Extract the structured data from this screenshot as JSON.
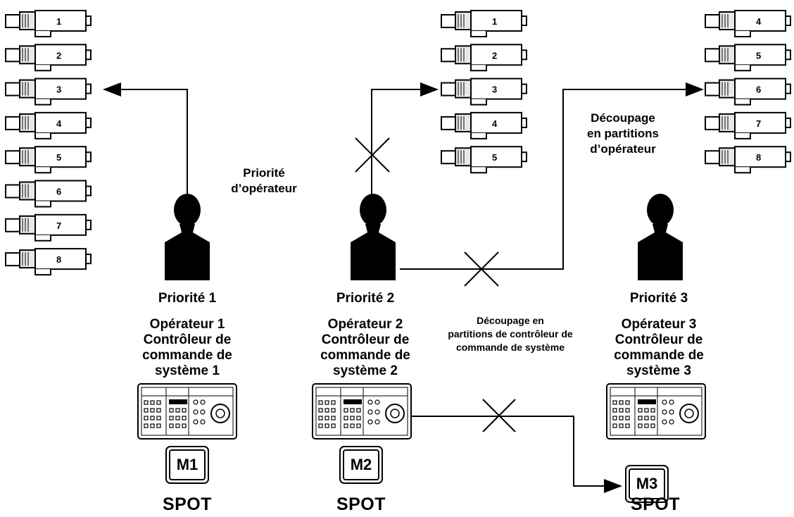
{
  "colors": {
    "ink": "#000000",
    "background": "#ffffff",
    "camera_fill": "#e8e8e8"
  },
  "camera_groups": [
    {
      "name": "group-left",
      "numbers": [
        "1",
        "2",
        "3",
        "4",
        "5",
        "6",
        "7",
        "8"
      ]
    },
    {
      "name": "group-middle",
      "numbers": [
        "1",
        "2",
        "3",
        "4",
        "5"
      ]
    },
    {
      "name": "group-right",
      "numbers": [
        "4",
        "5",
        "6",
        "7",
        "8"
      ]
    }
  ],
  "labels": {
    "operator_priority": [
      "Priorité",
      "d’opérateur"
    ],
    "operator_partition": [
      "Découpage",
      "en partitions",
      "d’opérateur"
    ],
    "controller_partition": [
      "Découpage en",
      "partitions de contrôleur de",
      "commande de système"
    ]
  },
  "operators": [
    {
      "priority": "Priorité  1",
      "lines": [
        "Opérateur 1",
        "Contrôleur de",
        "commande de",
        "système  1"
      ],
      "monitor": "M1",
      "spot": "SPOT"
    },
    {
      "priority": "Priorité  2",
      "lines": [
        "Opérateur 2",
        "Contrôleur de",
        "commande de",
        "système  2"
      ],
      "monitor": "M2",
      "spot": "SPOT"
    },
    {
      "priority": "Priorité  3",
      "lines": [
        "Opérateur 3",
        "Contrôleur de",
        "commande de",
        "système  3"
      ],
      "monitor": "M3",
      "spot": "SPOT"
    }
  ]
}
